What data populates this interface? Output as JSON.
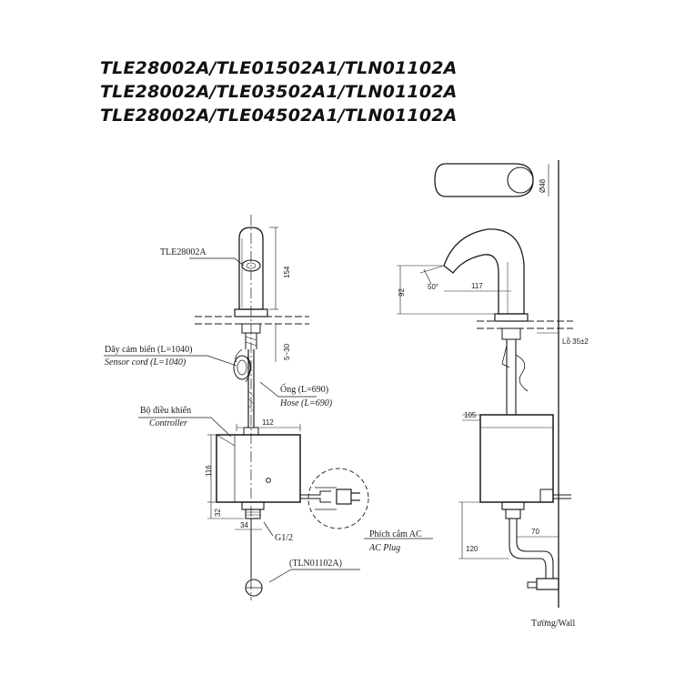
{
  "titles": [
    "TLE28002A/TLE01502A1/TLN01102A",
    "TLE28002A/TLE03502A1/TLN01102A",
    "TLE28002A/TLE04502A1/TLN01102A"
  ],
  "labels": {
    "faucet_model": "TLE28002A",
    "sensor_cord_vi": "Dây cảm biến (L=1040)",
    "sensor_cord_en": "Sensor cord (L=1040)",
    "hose_vi": "Ống (L=690)",
    "hose_en": "Hose (L=690)",
    "controller_vi": "Bộ điều khiển",
    "controller_en": "Controller",
    "plug_vi": "Phích cắm AC",
    "plug_en": "AC Plug",
    "valve_model": "(TLN01102A)",
    "thread": "G1/2",
    "wall": "Tường/Wall",
    "hole": "Lỗ 35±2"
  },
  "dims": {
    "d154": "154",
    "d5_30": "5~30",
    "d112": "112",
    "d116": "116",
    "d32": "32",
    "d34": "34",
    "d48": "Ø48",
    "d92": "92",
    "d117": "117",
    "d50": "50°",
    "d105": "105",
    "d70": "70",
    "d120": "120"
  },
  "colors": {
    "line": "#1a1a1a",
    "background": "#ffffff"
  }
}
